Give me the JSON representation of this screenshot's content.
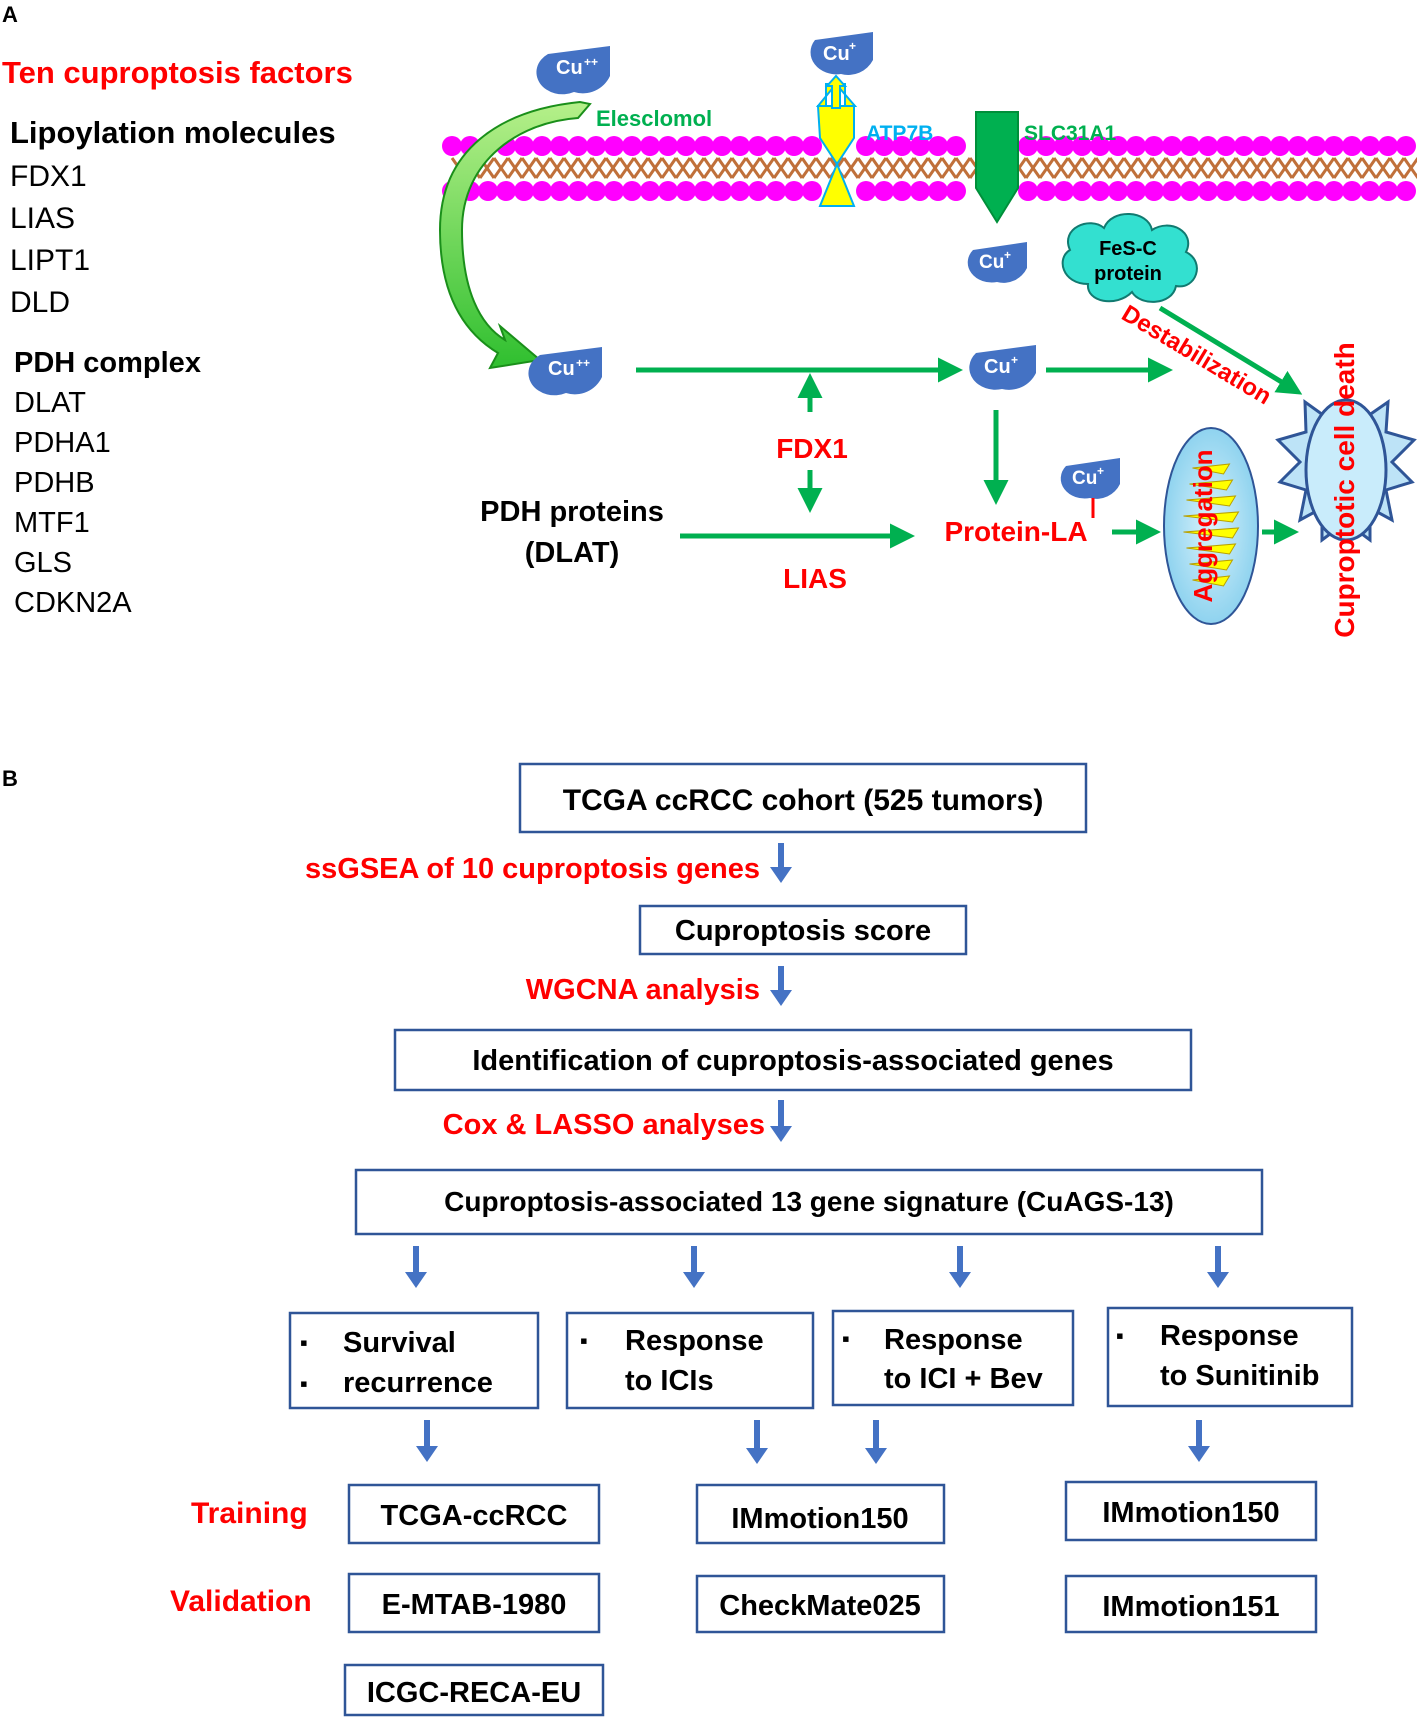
{
  "panel_a": {
    "label": "A",
    "title": "Ten cuproptosis factors",
    "lipoylation_heading": "Lipoylation molecules",
    "lipoylation_genes": [
      "FDX1",
      "LIAS",
      "LIPT1",
      "DLD"
    ],
    "pdh_heading": "PDH complex",
    "pdh_genes": [
      "DLAT",
      "PDHA1",
      "PDHB",
      "MTF1",
      "GLS",
      "CDKN2A"
    ],
    "copper": {
      "cu2": "Cu",
      "cu2_sup": "++",
      "cu1": "Cu",
      "cu1_sup": "+"
    },
    "elesclomol": "Elesclomol",
    "atp7b": "ATP7B",
    "slc31a1": "SLC31A1",
    "fes_line1": "FeS-C",
    "fes_line2": "protein",
    "destabilization": "Destabilization",
    "fdx1": "FDX1",
    "lias": "LIAS",
    "pdh_proteins": "PDH proteins",
    "dlat": "(DLAT)",
    "protein_la": "Protein-LA",
    "aggregation": "Aggregation",
    "cell_death": "Cuproptotic cell death"
  },
  "panel_b": {
    "label": "B",
    "cohort": "TCGA ccRCC cohort (525 tumors)",
    "step1": "ssGSEA of 10 cuproptosis genes",
    "score": "Cuproptosis score",
    "step2": "WGCNA analysis",
    "identification": "Identification of cuproptosis-associated genes",
    "step3": "Cox & LASSO analyses",
    "signature": "Cuproptosis-associated 13 gene signature (CuAGS-13)",
    "bullet": "▪",
    "outcomes": {
      "survival": [
        "Survival",
        "recurrence"
      ],
      "icis": [
        "Response",
        "to ICIs"
      ],
      "ici_bev": [
        "Response",
        "to ICI + Bev"
      ],
      "sunitinib": [
        "Response",
        "to Sunitinib"
      ]
    },
    "training_label": "Training",
    "validation_label": "Validation",
    "datasets": {
      "tcga": "TCGA-ccRCC",
      "emtab": "E-MTAB-1980",
      "icgc": "ICGC-RECA-EU",
      "immotion150_a": "IMmotion150",
      "checkmate": "CheckMate025",
      "immotion150_b": "IMmotion150",
      "immotion151": "IMmotion151"
    }
  },
  "colors": {
    "red": "#ff0000",
    "green": "#00b050",
    "teal_text": "#00b050",
    "blue_arrow": "#4472c4",
    "box_border": "#2f5597",
    "membrane": "#ff00ff",
    "copper_drop": "#4472c4"
  }
}
